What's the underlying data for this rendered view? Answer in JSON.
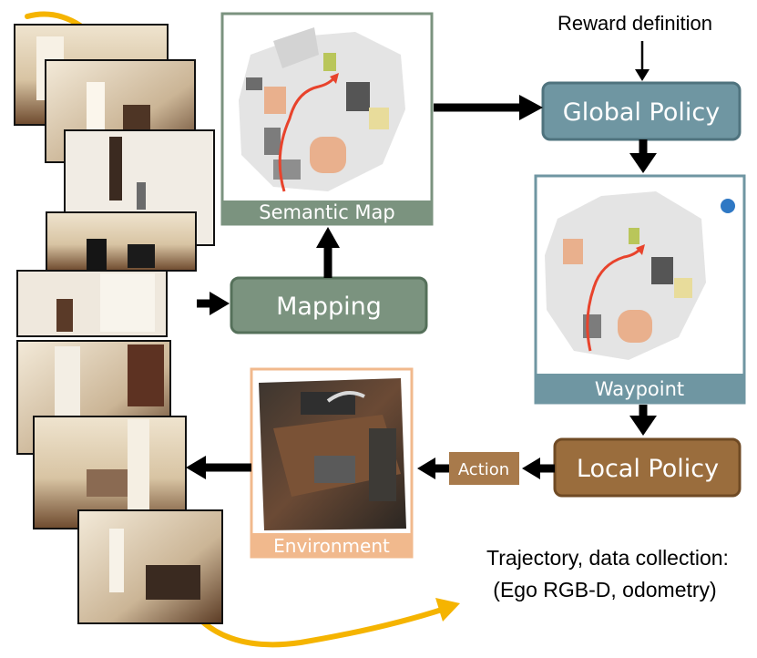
{
  "reward_definition": "Reward definition",
  "global_policy": "Global Policy",
  "semantic_map": "Semantic Map",
  "mapping": "Mapping",
  "waypoint": "Waypoint",
  "local_policy": "Local Policy",
  "action": "Action",
  "environment": "Environment",
  "trajectory_line1": "Trajectory, data collection:",
  "trajectory_line2": "(Ego RGB-D, odometry)",
  "colors": {
    "policy_blue": "#6f96a2",
    "mapping_green": "#7b937f",
    "local_brown": "#9a6d3d",
    "action_brown": "#a87a4b",
    "environment_peach": "#f1b98d",
    "trajectory_yellow": "#f5b400",
    "path_red": "#e8432c",
    "goal_dot": "#2f78c4"
  }
}
